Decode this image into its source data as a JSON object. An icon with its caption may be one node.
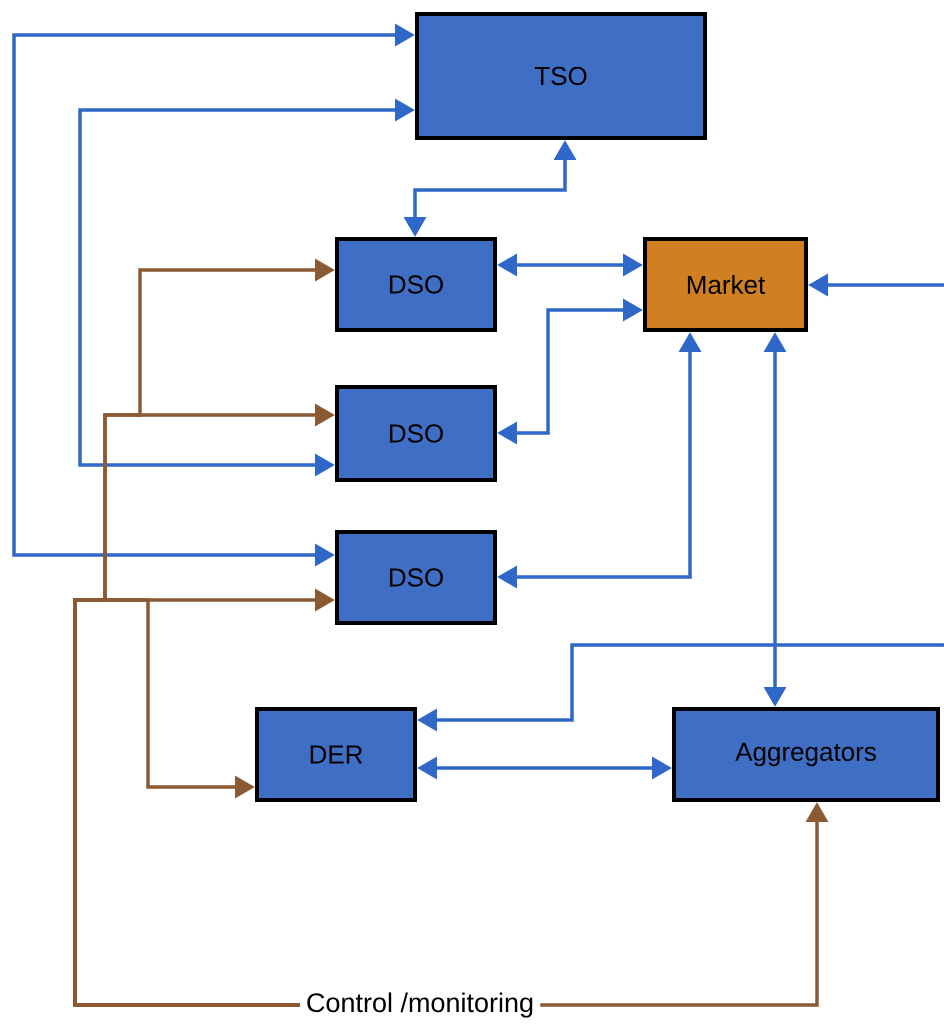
{
  "diagram": {
    "nodes": [
      {
        "text": [
          "TSO"
        ]
      },
      {
        "text": [
          "DSO"
        ]
      },
      {
        "text": [
          "Market"
        ]
      },
      {
        "text": [
          "DSO"
        ]
      },
      {
        "text": [
          "DSO"
        ]
      },
      {
        "text": [
          "DER"
        ]
      },
      {
        "text": [
          "Aggregators"
        ]
      },
      {
        "text": [
          "Control /monitoring"
        ]
      }
    ],
    "edges": [
      {
        "from": 0,
        "to": 1,
        "arrow": "both"
      },
      {
        "from": 1,
        "to": 2,
        "arrow": "both"
      },
      {
        "from": 3,
        "to": 2,
        "arrow": "both"
      },
      {
        "from": 4,
        "to": 2,
        "arrow": "both"
      },
      {
        "from": 2,
        "to": 6,
        "arrow": "both"
      },
      {
        "from": 3,
        "to": 0,
        "arrow": "both"
      },
      {
        "from": 4,
        "to": 0,
        "arrow": "both"
      },
      {
        "from": null,
        "to": 2,
        "arrow": "to"
      },
      {
        "from": null,
        "to": 5,
        "arrow": "to"
      },
      {
        "from": 5,
        "to": 6,
        "arrow": "both"
      },
      {
        "from": 7,
        "to": 4,
        "arrow": "to",
        "color": "#8b5a33"
      },
      {
        "from": 7,
        "to": 3,
        "arrow": "to",
        "color": "#8b5a33"
      },
      {
        "from": 7,
        "to": 1,
        "arrow": "to",
        "color": "#8b5a33"
      },
      {
        "from": 7,
        "to": 5,
        "arrow": "to",
        "color": "#8b5a33"
      },
      {
        "from": 7,
        "to": 6,
        "arrow": "to",
        "color": "#8b5a33"
      }
    ]
  }
}
